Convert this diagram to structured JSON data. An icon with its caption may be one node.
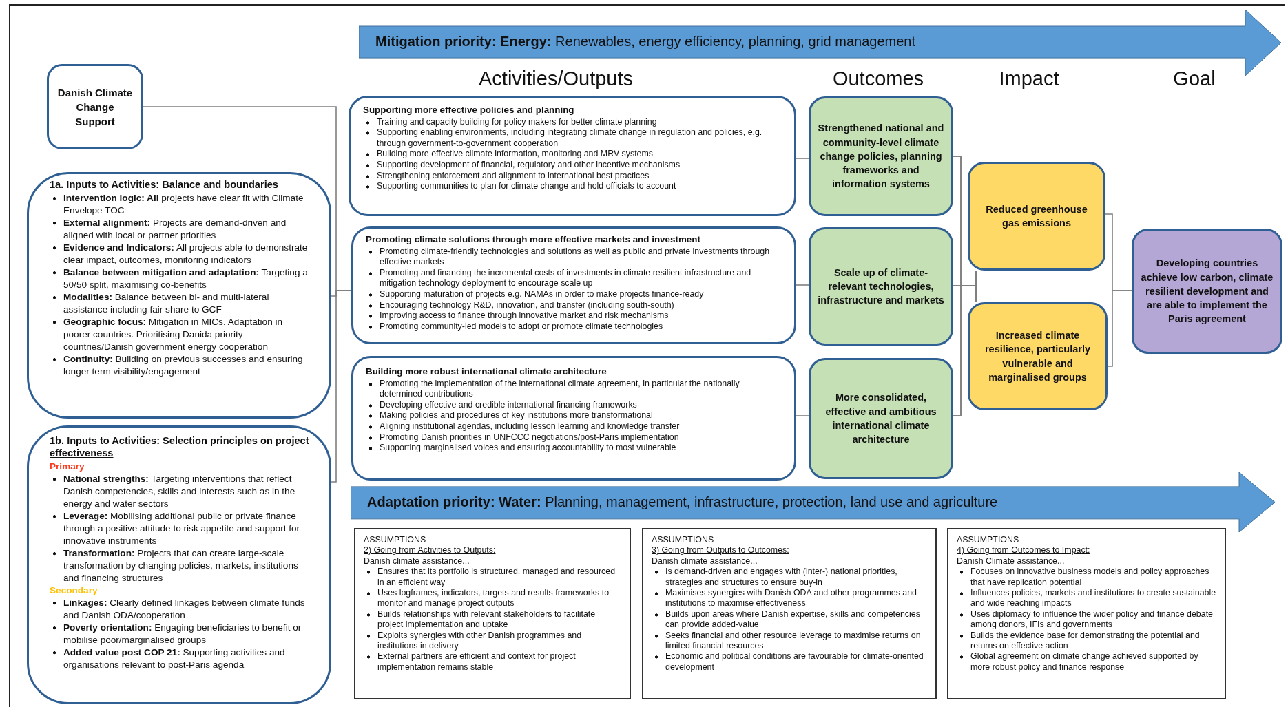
{
  "diagram": {
    "nodes": [
      {
        "text": [
          "**Mitigation priority: Energy:** Renewables, energy efficiency, planning, grid management"
        ]
      },
      {
        "text": [
          "Danish Climate Change Support"
        ]
      },
      {
        "text": [
          "1a. Inputs to Activities: Balance and boundaries",
          "**Intervention logic: All** projects have clear fit with Climate Envelope TOC",
          "**External alignment:** Projects are demand-driven and aligned with local or partner priorities",
          "**Evidence and Indicators:** All projects able to demonstrate clear impact, outcomes, monitoring indicators",
          "**Balance between mitigation and adaptation:** Targeting a 50/50 split, maximising co-benefits",
          "**Modalities:** Balance between bi- and multi-lateral assistance including fair share to GCF",
          "**Geographic focus:** Mitigation in MICs. Adaptation in poorer countries. Prioritising Danida priority countries/Danish government energy cooperation",
          "**Continuity:** Building on previous successes and ensuring longer term visibility/engagement"
        ]
      },
      {
        "text": [
          "1b. Inputs to Activities: Selection principles on project effectiveness",
          "Primary",
          "**National strengths:** Targeting interventions that reflect Danish competencies, skills and interests such as in the energy and water sectors",
          "**Leverage:** Mobilising additional public or private finance through a positive attitude to risk appetite and support for innovative instruments",
          "**Transformation:** Projects that can create large-scale transformation by changing policies, markets, institutions and financing structures",
          "Secondary",
          "**Linkages:** Clearly defined linkages between climate funds and Danish ODA/cooperation",
          "**Poverty orientation:** Engaging beneficiaries to benefit or mobilise poor/marginalised groups",
          "**Added value post COP 21:** Supporting activities and organisations relevant to post-Paris agenda"
        ]
      },
      {
        "text": [
          "Supporting more effective policies and planning",
          "Training and capacity building for policy makers for better climate planning",
          "Supporting enabling environments, including integrating climate change in regulation and policies, e.g. through government-to-government cooperation",
          "Building more effective climate information, monitoring and MRV systems",
          "Supporting development of financial, regulatory and other incentive mechanisms",
          "Strengthening enforcement and alignment to international best practices",
          "Supporting communities to plan for climate change and hold officials to account"
        ]
      },
      {
        "text": [
          "Promoting climate solutions through more effective markets and investment",
          "Promoting climate-friendly technologies and solutions as well as public and private investments through effective markets",
          "Promoting and financing the incremental costs of investments in climate resilient infrastructure and mitigation technology deployment to encourage scale up",
          "Supporting maturation of projects e.g. NAMAs in order to make projects finance-ready",
          "Encouraging technology R&D, innovation, and transfer (including south-south)",
          "Improving access to finance through innovative market and risk mechanisms",
          "Promoting community-led models to adopt or promote climate technologies"
        ]
      },
      {
        "text": [
          "Building more robust international climate architecture",
          "Promoting the implementation of the international climate agreement, in particular the nationally determined contributions",
          "Developing effective and credible international financing frameworks",
          "Making policies and procedures of key institutions more transformational",
          "Aligning institutional agendas, including lesson learning and knowledge transfer",
          "Promoting Danish priorities in UNFCCC negotiations/post-Paris implementation",
          "Supporting marginalised voices and ensuring accountability to most vulnerable"
        ]
      },
      {
        "text": [
          "Strengthened national and community-level climate change policies, planning frameworks and information systems"
        ]
      },
      {
        "text": [
          "Scale up of climate-relevant technologies, infrastructure and markets"
        ]
      },
      {
        "text": [
          "More consolidated, effective and ambitious international climate architecture"
        ]
      },
      {
        "text": [
          "Reduced greenhouse gas emissions"
        ]
      },
      {
        "text": [
          "Increased climate resilience, particularly vulnerable and marginalised groups"
        ]
      },
      {
        "text": [
          "Developing countries achieve low carbon, climate resilient development and are able to implement the Paris agreement"
        ]
      },
      {
        "text": [
          "**Adaptation priority: Water:** Planning, management, infrastructure, protection, land use and agriculture"
        ]
      },
      {
        "text": [
          "ASSUMPTIONS",
          "2) Going from Activities to Outputs:",
          "Danish climate assistance...",
          "Ensures that its portfolio is structured, managed and resourced in an efficient way",
          "Uses logframes, indicators, targets and results frameworks to monitor and manage project outputs",
          "Builds relationships with relevant stakeholders to facilitate project implementation and uptake",
          "Exploits synergies with other Danish programmes and institutions in delivery",
          "External partners are efficient and context for project implementation remains stable"
        ]
      },
      {
        "text": [
          "ASSUMPTIONS",
          "3) Going from Outputs to Outcomes:",
          "Danish climate assistance...",
          "Is demand-driven and engages with (inter-) national priorities, strategies and structures to ensure buy-in",
          "Maximises synergies with Danish ODA and other programmes and institutions to maximise effectiveness",
          "Builds upon areas where Danish expertise, skills and competencies can provide added-value",
          "Seeks financial and other resource leverage to maximise returns on limited financial resources",
          "Economic and political conditions are favourable for climate-oriented development"
        ]
      },
      {
        "text": [
          "ASSUMPTIONS",
          "4) Going from Outcomes to Impact:",
          "Danish Climate assistance...",
          "Focuses on innovative business models and policy approaches that have replication potential",
          "Influences policies, markets and institutions to create sustainable and wide reaching impacts",
          "Uses diplomacy to influence the wider policy and finance debate among donors, IFIs and governments",
          "Builds the evidence base for demonstrating the potential and returns on effective action",
          "Global agreement on climate change achieved supported by more robust policy and finance response"
        ]
      }
    ],
    "edges": [
      {
        "from": 1,
        "to": 5,
        "arrow": "none"
      },
      {
        "from": 2,
        "to": 5,
        "arrow": "none"
      },
      {
        "from": 3,
        "to": 5,
        "arrow": "none"
      },
      {
        "from": 4,
        "to": 7,
        "arrow": "none"
      },
      {
        "from": 5,
        "to": 8,
        "arrow": "none"
      },
      {
        "from": 6,
        "to": 9,
        "arrow": "none"
      },
      {
        "from": 7,
        "to": 10,
        "arrow": "none"
      },
      {
        "from": 7,
        "to": 11,
        "arrow": "none"
      },
      {
        "from": 8,
        "to": 10,
        "arrow": "none"
      },
      {
        "from": 8,
        "to": 11,
        "arrow": "none"
      },
      {
        "from": 9,
        "to": 10,
        "arrow": "none"
      },
      {
        "from": 9,
        "to": 11,
        "arrow": "none"
      },
      {
        "from": 10,
        "to": 12,
        "arrow": "none"
      },
      {
        "from": 11,
        "to": 12,
        "arrow": "none"
      }
    ],
    "labels": [
      "Activities/Outputs",
      "Outcomes",
      "Impact",
      "Goal"
    ]
  }
}
